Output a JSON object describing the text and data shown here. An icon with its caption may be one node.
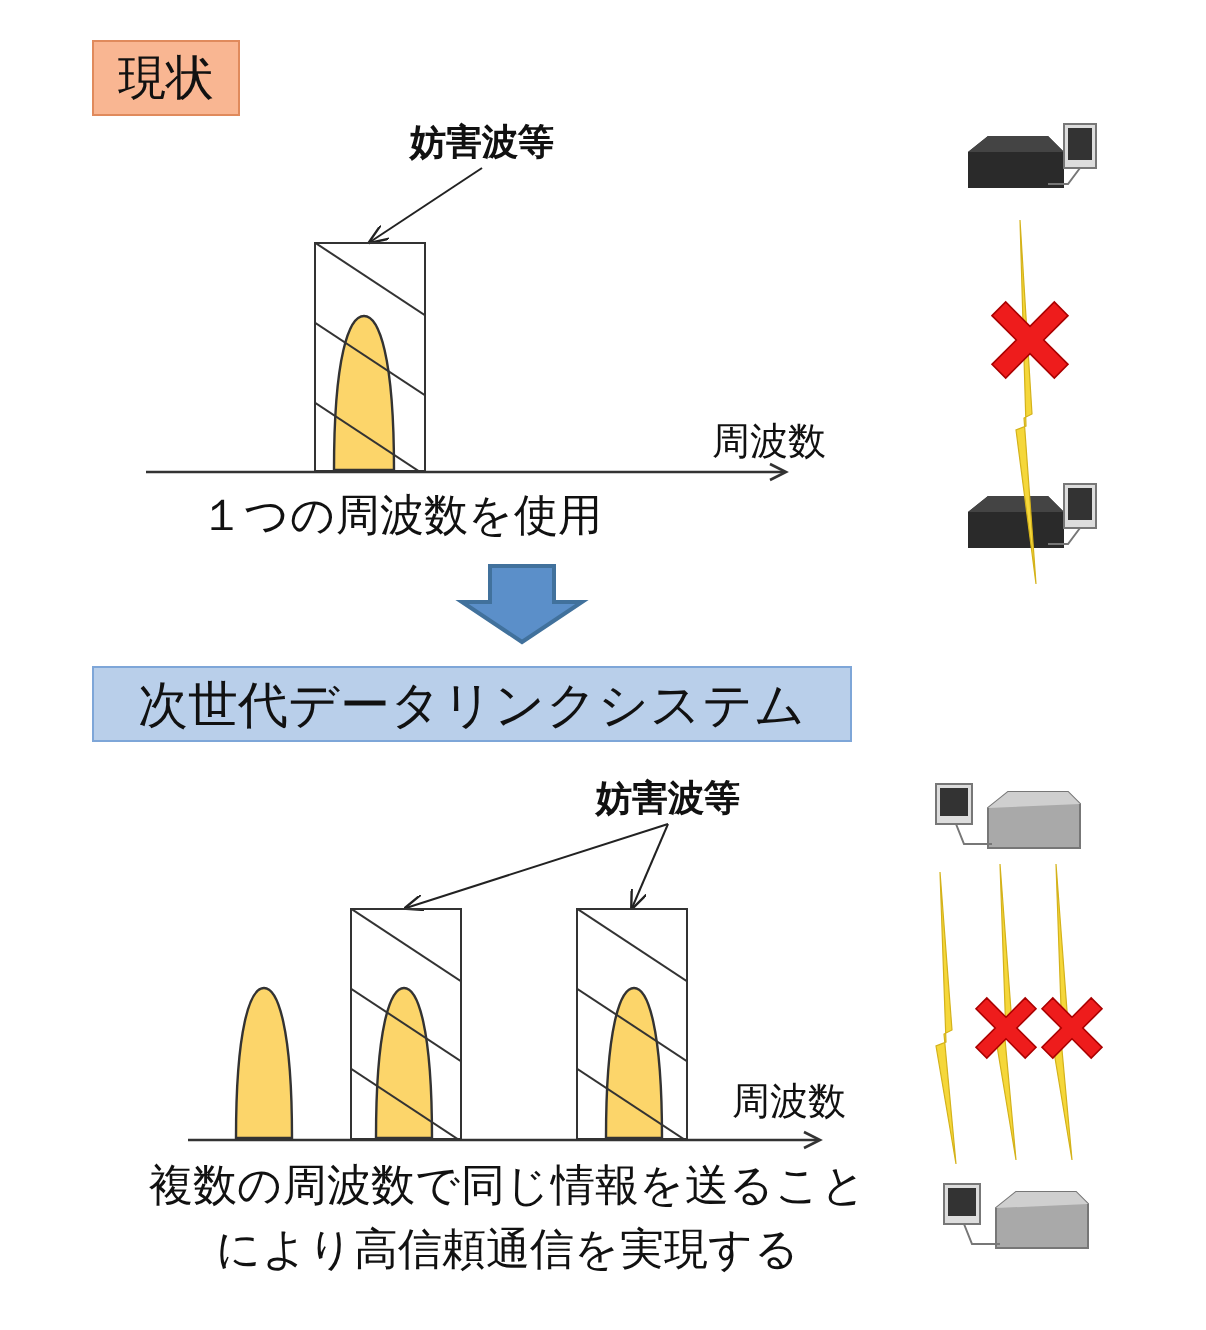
{
  "diagram": {
    "nodes": [
      {
        "text": [
          "現状"
        ]
      },
      {
        "text": [
          "次世代データリンクシステム"
        ]
      },
      {
        "text": [
          "妨害波等"
        ]
      },
      {
        "text": [],
        "shape": "box"
      },
      {
        "text": [
          "妨害波等"
        ]
      },
      {
        "text": [],
        "shape": "box"
      },
      {
        "text": [],
        "shape": "box"
      }
    ],
    "edges": [
      {
        "from": 2,
        "to": 3,
        "arrow": "to"
      },
      {
        "from": null,
        "to": 1,
        "arrow": "to",
        "style": "thick",
        "color": "#5b8fc9"
      },
      {
        "from": 4,
        "to": 5,
        "arrow": "to"
      },
      {
        "from": 4,
        "to": 6,
        "arrow": "to"
      }
    ],
    "labels": [
      "周波数",
      "１つの周波数を使用",
      "周波数",
      "複数の周波数で同じ情報を送ることにより高信頼通信を実現する"
    ]
  }
}
